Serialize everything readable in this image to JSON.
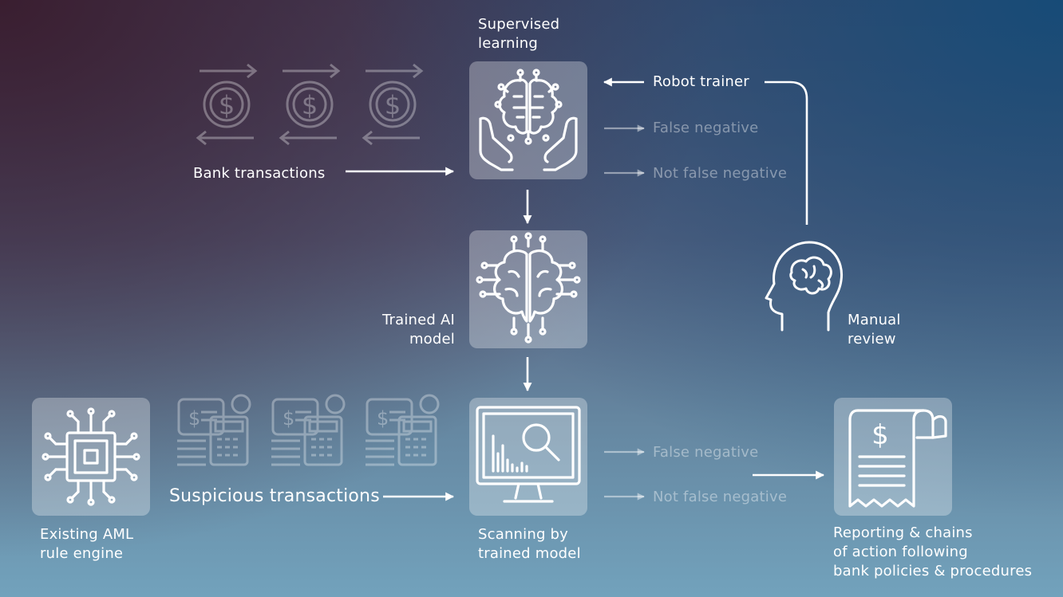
{
  "labels": {
    "supervised": [
      "Supervised",
      "learning"
    ],
    "robot_trainer": "Robot trainer",
    "false_negative": "False negative",
    "not_false_negative": "Not false negative",
    "bank_transactions": "Bank transactions",
    "trained_model": [
      "Trained AI",
      "model"
    ],
    "manual_review": [
      "Manual",
      "review"
    ],
    "suspicious_transactions": "Suspicious transactions",
    "aml_engine": [
      "Existing AML",
      "rule engine"
    ],
    "scanning": [
      "Scanning by",
      "trained model"
    ],
    "reporting": [
      "Reporting & chains",
      "of action following",
      "bank policies & procedures"
    ]
  },
  "icons": {
    "supervised": "hands-holding-brain-circuit-icon",
    "trained_model": "brain-circuit-icon",
    "scanning": "monitor-chart-magnifier-icon",
    "aml_engine": "microchip-icon",
    "reporting": "receipt-dollar-icon",
    "manual_review": "head-brain-icon",
    "bank_transactions": "dollar-exchange-icon",
    "suspicious_transactions": "invoice-calculator-coins-icon"
  },
  "colors": {
    "box_fill": "rgba(255,255,255,0.30)",
    "arrow": "#ffffff",
    "faded": "rgba(255,255,255,0.40)"
  }
}
